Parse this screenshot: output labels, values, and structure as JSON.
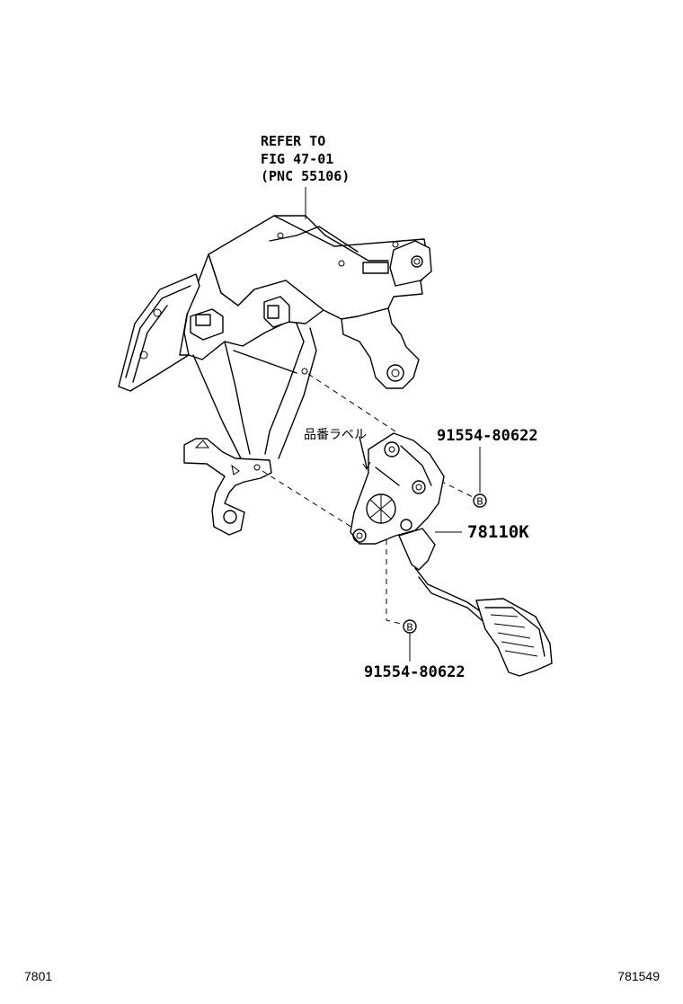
{
  "refer": {
    "line1": "REFER TO",
    "line2": "FIG 47-01",
    "line3": "(PNC 55106)"
  },
  "labels": {
    "jp_label": "品番ラベル",
    "part_bolt_upper": "91554-80622",
    "part_pedal": "78110K",
    "part_bolt_lower": "91554-80622",
    "callout_upper": "B",
    "callout_lower": "B"
  },
  "footer": {
    "left_code": "7801",
    "right_code": "781549"
  }
}
